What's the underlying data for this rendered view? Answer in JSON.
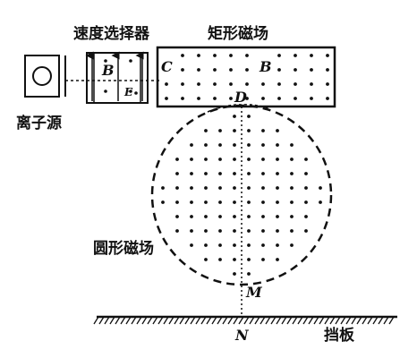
{
  "labels": {
    "ion_source": "离子源",
    "velocity_selector": "速度选择器",
    "rect_field": "矩形磁场",
    "circle_field": "圆形磁场",
    "baffle": "挡板",
    "selector_B": "B",
    "selector_E": "E",
    "rect_B": "B",
    "point_C": "C",
    "point_D": "D",
    "point_M": "M",
    "point_N": "N"
  },
  "colors": {
    "ink": "#111111",
    "background": "#ffffff"
  },
  "field_marker": "dot",
  "ground_hatch": "diagonal"
}
